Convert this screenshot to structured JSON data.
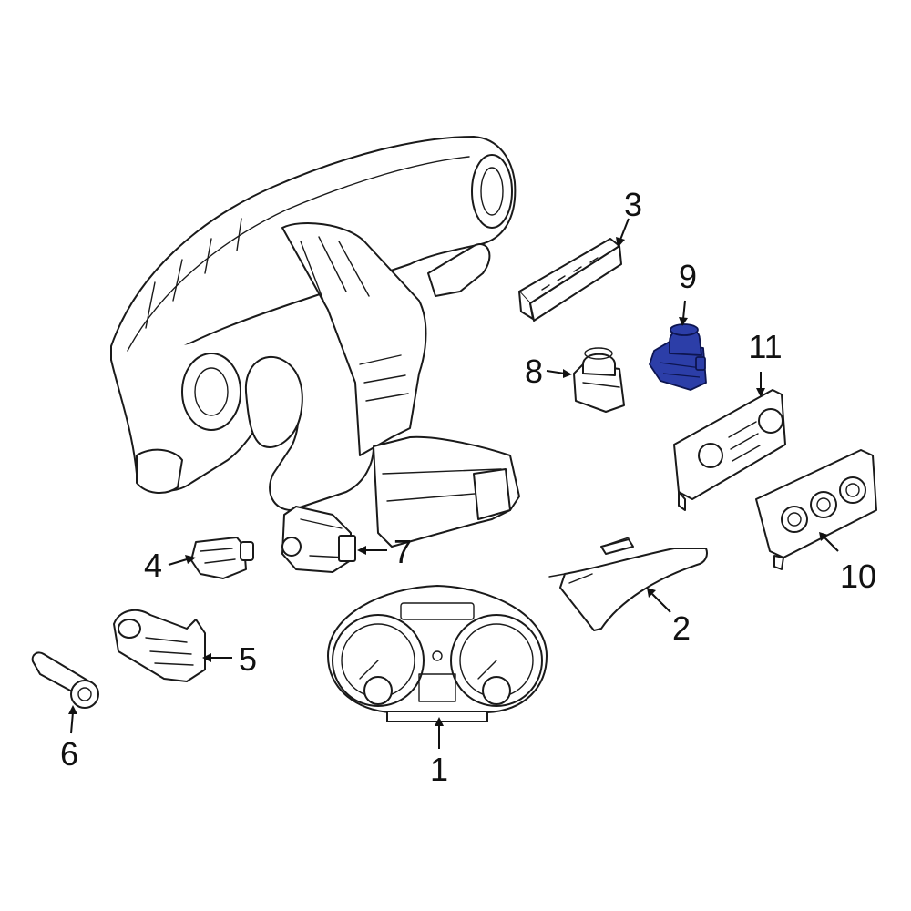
{
  "diagram": {
    "highlight_color": "#2c3ea8",
    "line_color": "#1a1a1a",
    "background": "#ffffff",
    "highlighted_part": "9",
    "callouts": [
      {
        "id": "c1",
        "label": "1"
      },
      {
        "id": "c2",
        "label": "2"
      },
      {
        "id": "c3",
        "label": "3"
      },
      {
        "id": "c4",
        "label": "4"
      },
      {
        "id": "c5",
        "label": "5"
      },
      {
        "id": "c6",
        "label": "6"
      },
      {
        "id": "c7",
        "label": "7"
      },
      {
        "id": "c8",
        "label": "8"
      },
      {
        "id": "c9",
        "label": "9"
      },
      {
        "id": "c10",
        "label": "10"
      },
      {
        "id": "c11",
        "label": "11"
      }
    ]
  }
}
